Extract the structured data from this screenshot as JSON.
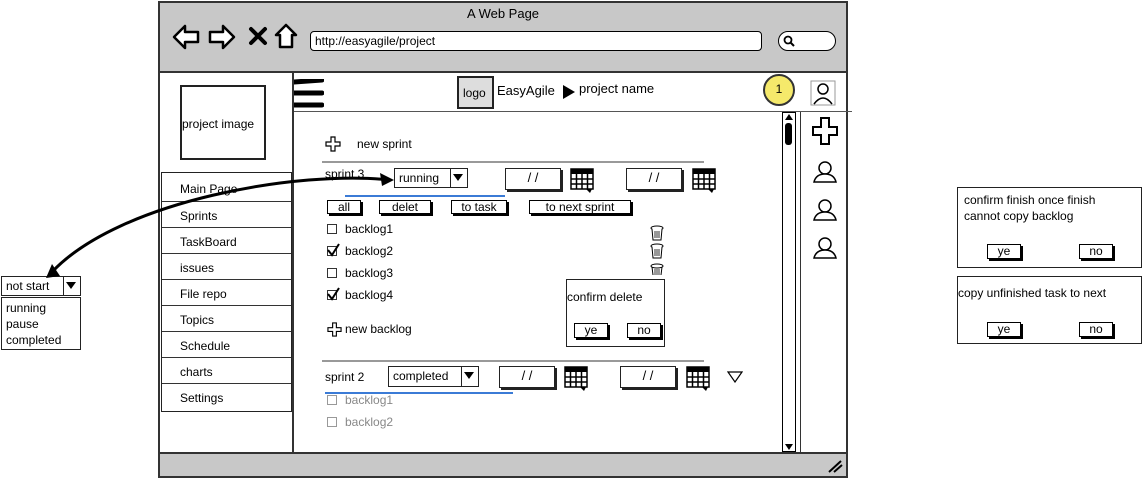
{
  "browser": {
    "title": "A Web Page",
    "url": "http://easyagile/project"
  },
  "sidebar": {
    "project_image_label": "project image",
    "items": [
      {
        "label": "Main Page"
      },
      {
        "label": "Sprints"
      },
      {
        "label": "TaskBoard"
      },
      {
        "label": "issues"
      },
      {
        "label": "File repo"
      },
      {
        "label": "Topics"
      },
      {
        "label": "Schedule"
      },
      {
        "label": "charts"
      },
      {
        "label": "Settings"
      }
    ]
  },
  "header": {
    "logo_label": "logo",
    "app_name": "EasyAgile",
    "project_name": "project name",
    "notification_count": "1"
  },
  "main": {
    "new_sprint_label": "new sprint",
    "sprint3": {
      "name": "sprint 3",
      "status": "running",
      "start_date": "/ /",
      "end_date": "/ /",
      "buttons": {
        "all": "all",
        "delete": "delet",
        "to_task": "to task",
        "to_next_sprint": "to next sprint"
      },
      "backlogs": [
        {
          "label": "backlog1",
          "checked": false
        },
        {
          "label": "backlog2",
          "checked": true
        },
        {
          "label": "backlog3",
          "checked": false
        },
        {
          "label": "backlog4",
          "checked": true
        }
      ],
      "new_backlog_label": "new backlog"
    },
    "sprint2": {
      "name": "sprint 2",
      "status": "completed",
      "start_date": "/ /",
      "end_date": "/ /",
      "backlogs": [
        {
          "label": "backlog1"
        },
        {
          "label": "backlog2"
        }
      ]
    },
    "confirm_delete": {
      "title": "confirm delete",
      "yes": "ye",
      "no": "no"
    }
  },
  "status_dropdown": {
    "selected": "not start",
    "options": [
      "running",
      "pause",
      "completed"
    ]
  },
  "dialog_finish": {
    "text_line1": "confirm finish once finish",
    "text_line2": "cannot copy backlog",
    "yes": "ye",
    "no": "no"
  },
  "dialog_copy": {
    "text": "copy unfinished task to next",
    "yes": "ye",
    "no": "no"
  },
  "colors": {
    "browser_bar": "#c8c8c8",
    "notification": "#f5e96b",
    "link_blue": "#3b7bd6"
  }
}
